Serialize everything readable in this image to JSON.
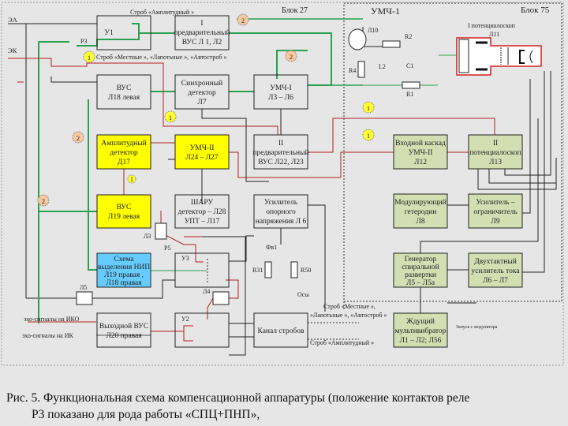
{
  "labels": {
    "ea": "ЭА",
    "ek": "ЭК",
    "block27": "Блок  27",
    "block75": "Блок  75",
    "umch1": "УМЧ-1",
    "strob_amp_top": "Строб  «Амплитудный  »",
    "strob_local_top": "Строб  «Местные », «Лапотьные  », «Автостроб »",
    "r3": "Р3",
    "r5": "Р5",
    "l10": "Л10",
    "r2": "R2",
    "r4": "R4",
    "l2": "L2",
    "c1": "C1",
    "r1": "R1",
    "potentialoscope1": "I потенциалоскоп",
    "l11": "Л11",
    "l3": "Л3",
    "l5": "Л5",
    "l4": "Л4",
    "fv1": "Фв1",
    "r31": "R31",
    "r50": "R50",
    "ose": "Осы",
    "echo_iko": "эхо-сигналы на ИКО",
    "echo_ik": "эхо-сигналы на ИК",
    "strob_local_bottom_1": "Строб  «Местные »,",
    "strob_local_bottom_2": "«Лапотьные  », «Автостроб »",
    "strob_amp_bottom": "Строб  «Амплитудный  »",
    "launch_modulator": "Запуск с модулятора"
  },
  "markers": [
    "1",
    "2"
  ],
  "blocks": {
    "u1": "У1",
    "pre1": [
      "I",
      "предварительный",
      "ВУС Л 1, Л2"
    ],
    "vus18": [
      "ВУС",
      "Л18 левая"
    ],
    "sync_det": [
      "Синхронный",
      "детектор",
      "Л7"
    ],
    "umch1_box": [
      "УМЧ-I",
      "Л3 – Л6"
    ],
    "amp_det": [
      "Амплитудный",
      "детектор",
      "Д17"
    ],
    "umch2": [
      "УМЧ-II",
      "Л24 – Л27"
    ],
    "pre2": [
      "II",
      "предварительный",
      "ВУС Л22, Л23"
    ],
    "vus19": [
      "ВУС",
      "Л19 левая"
    ],
    "sharu": [
      "ШАРУ",
      "детектор  – Л28",
      "УПТ – Л17"
    ],
    "ref_amp": [
      "Усилитель",
      "опорного",
      "напряжения Л 6"
    ],
    "nip": [
      "Схема",
      "выделения НИП",
      "Л19 правая ,",
      "Л18 правая"
    ],
    "u3": "У3",
    "out_vus": [
      "Выходной ВУС",
      "Л20 правая"
    ],
    "u2": "У2",
    "strobe_channel": "Канал стробов",
    "input_stage": [
      "Входной каскад",
      "УМЧ-II",
      "Л12"
    ],
    "pot2": [
      "II",
      "потенциалоскоп",
      "Л13"
    ],
    "mod_het": [
      "Модулирующий",
      "гетеродин",
      "Л8"
    ],
    "amp_lim": [
      "Усилитель  –",
      "ограничитель",
      "Л9"
    ],
    "spiral": [
      "Генератор",
      "спиральной",
      "развертки",
      "Л5 – Л5а"
    ],
    "push_pull": [
      "Двухтактный",
      "усилитель тока",
      "Л6 – Л7"
    ],
    "monostable": [
      "Ждущий",
      "мультивибратор",
      "Л1 – Л2; Л56"
    ]
  },
  "caption": {
    "line1": "Рис. 5. Функциональная схема компенсационной аппаратуры (положение контактов реле",
    "line2": "Р3 показано для рода работы «СПЦ+ПНП»,"
  },
  "colors": {
    "background": "#e6e6e6",
    "yellow_block": "#ffff00",
    "blue_block": "#66ccff",
    "green_block": "#d3deb3",
    "green_line": "#2aa050",
    "red_line": "#b02020",
    "marker_yellow": "#ffff33",
    "marker_orange": "#f8c8a0"
  }
}
